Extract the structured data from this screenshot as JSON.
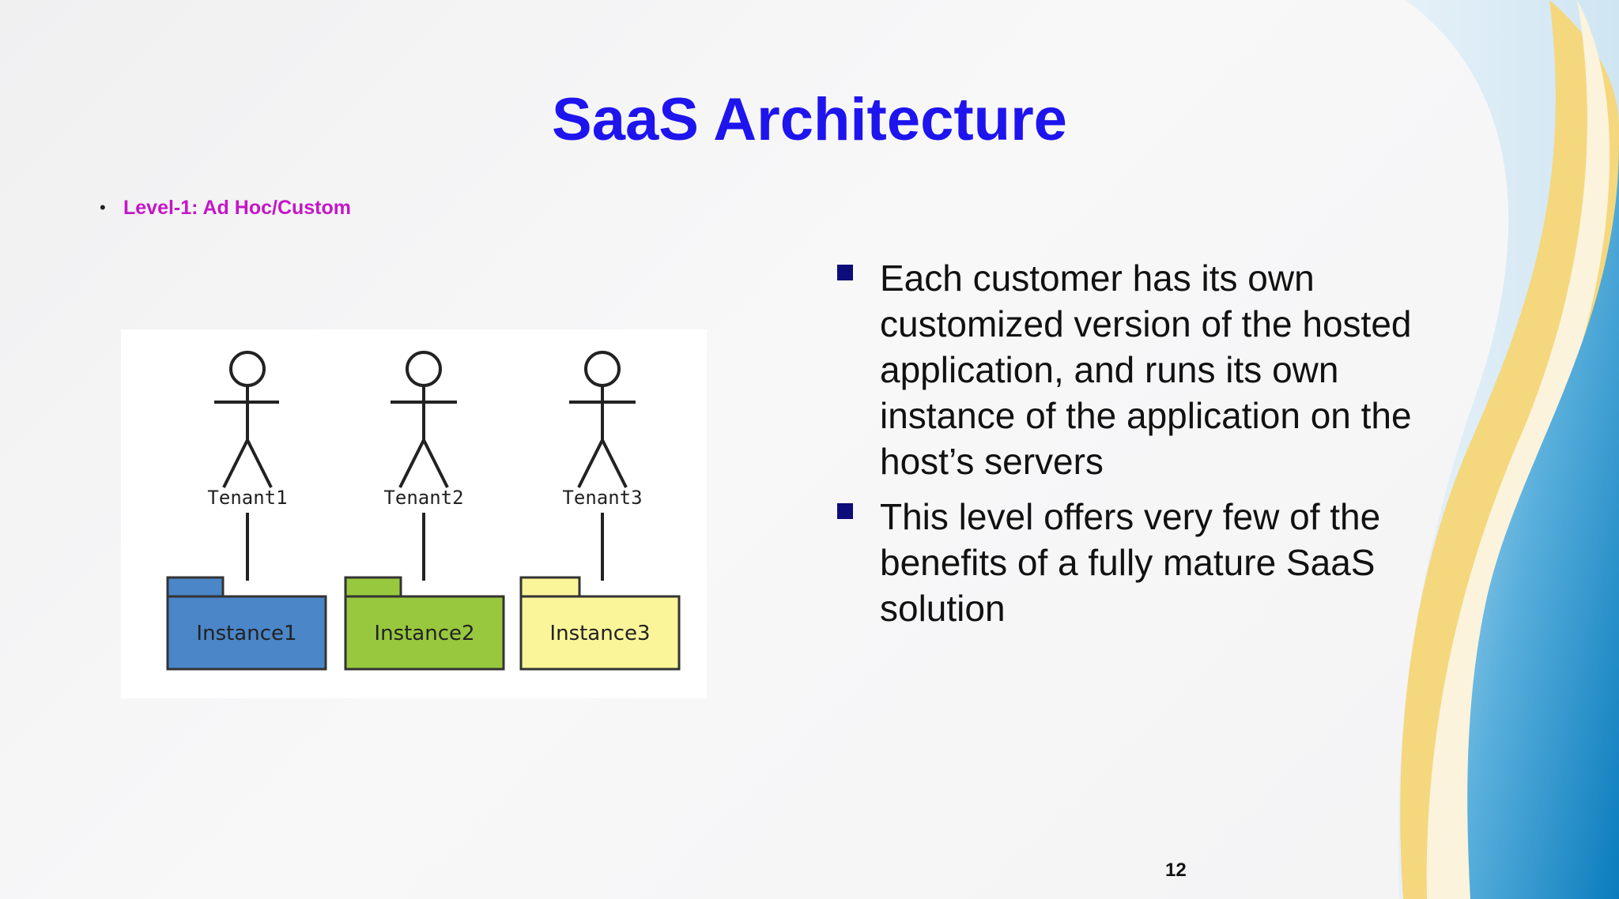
{
  "slide": {
    "title": "SaaS Architecture",
    "level_label": "Level-1: Ad Hoc/Custom",
    "bullets": [
      "Each customer has its own customized version of the hosted application, and runs its own instance of the application on the host’s servers",
      "This level offers very few of the benefits of a fully mature SaaS solution"
    ],
    "page_number": "12"
  },
  "diagram": {
    "tenants": [
      {
        "label": "Tenant1",
        "instance": "Instance1",
        "color": "#4a86c8"
      },
      {
        "label": "Tenant2",
        "instance": "Instance2",
        "color": "#98c83e"
      },
      {
        "label": "Tenant3",
        "instance": "Instance3",
        "color": "#fbf59a"
      }
    ]
  },
  "colors": {
    "title": "#1e14ee",
    "level_label": "#c416c6",
    "bullet_square": "#0c0c7a",
    "wave_yellow": "#f5d77e",
    "wave_blue": "#1b8cc4"
  }
}
